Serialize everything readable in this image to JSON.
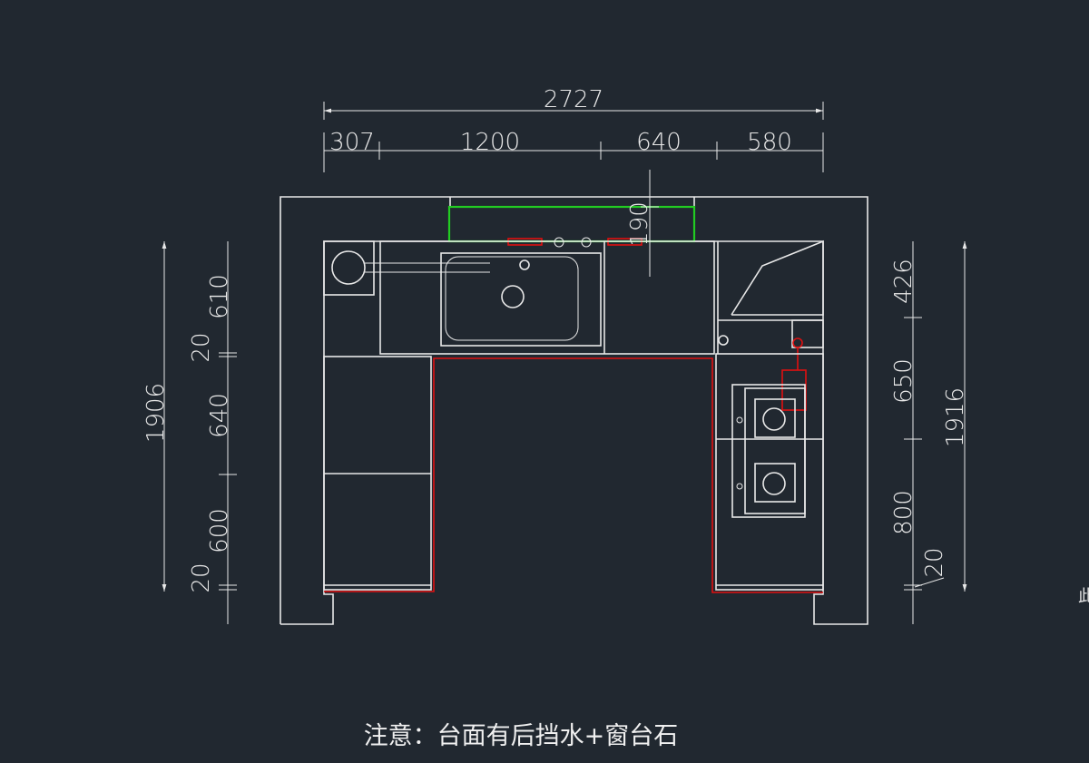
{
  "drawing": {
    "dimensions_top": {
      "total": "2727",
      "segments": [
        "307",
        "1200",
        "640",
        "580"
      ],
      "backsplash": "190"
    },
    "dimensions_left": {
      "total": "1906",
      "segments": [
        "610",
        "20",
        "640",
        "600",
        "20"
      ]
    },
    "dimensions_right": {
      "total": "1916",
      "segments": [
        "426",
        "650",
        "800",
        "20"
      ]
    },
    "note": "注意：台面有后挡水+窗台石",
    "edge_text": "此",
    "colors": {
      "background": "#212830",
      "lines": "#e8e8e8",
      "countertop_edge": "#e01010",
      "window": "#22cc22"
    }
  }
}
